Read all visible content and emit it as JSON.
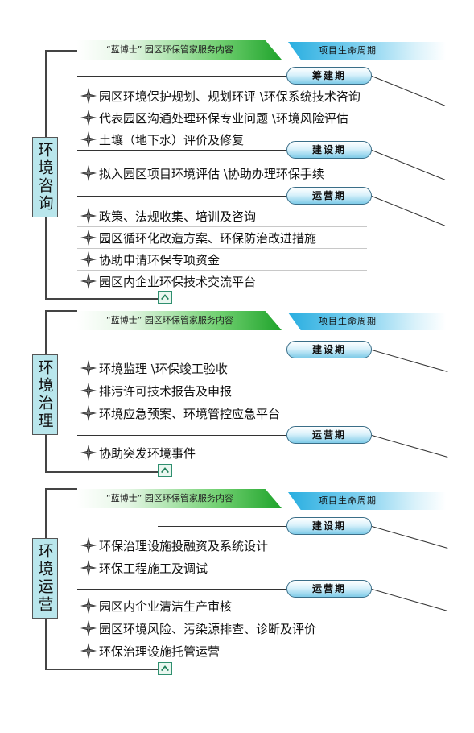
{
  "sections": [
    {
      "category": "环境咨询",
      "banner_green": "“蓝博士” 园区环保管家服务内容",
      "banner_blue": "项目生命周期",
      "phases": [
        {
          "label": "筹建期",
          "items": [
            "园区环境保护规划、规划环评 \\环保系统技术咨询",
            "代表园区沟通处理环保专业问题 \\环境风险评估",
            "土壤（地下水）评价及修复"
          ]
        },
        {
          "label": "建设期",
          "items": [
            "拟入园区项目环境评估 \\协助办理环保手续"
          ]
        },
        {
          "label": "运营期",
          "items": [
            "政策、法规收集、培训及咨询",
            "园区循环化改造方案、环保防治改进措施",
            "协助申请环保专项资金",
            "园区内企业环保技术交流平台"
          ]
        }
      ]
    },
    {
      "category": "环境治理",
      "banner_green": "“蓝博士” 园区环保管家服务内容",
      "banner_blue": "项目生命周期",
      "phases": [
        {
          "label": "建设期",
          "items": [
            "环境监理 \\环保竣工验收",
            "排污许可技术报告及申报",
            "环境应急预案、环境管控应急平台"
          ]
        },
        {
          "label": "运营期",
          "items": [
            "协助突发环境事件"
          ]
        }
      ]
    },
    {
      "category": "环境运营",
      "banner_green": "“蓝博士” 园区环保管家服务内容",
      "banner_blue": "项目生命周期",
      "phases": [
        {
          "label": "建设期",
          "items": [
            "环保治理设施投融资及系统设计",
            "环保工程施工及调试"
          ]
        },
        {
          "label": "运营期",
          "items": [
            "园区内企业清洁生产审核",
            "园区环境风险、污染源排查、诊断及评价",
            "环保治理设施托管运营"
          ]
        }
      ]
    }
  ],
  "colors": {
    "green": "#1fa32b",
    "blue": "#29aee0",
    "category_bg": "#b9e6ec"
  },
  "icons": {
    "bullet": "four-point-star-icon",
    "expand": "chevron-up-icon"
  }
}
